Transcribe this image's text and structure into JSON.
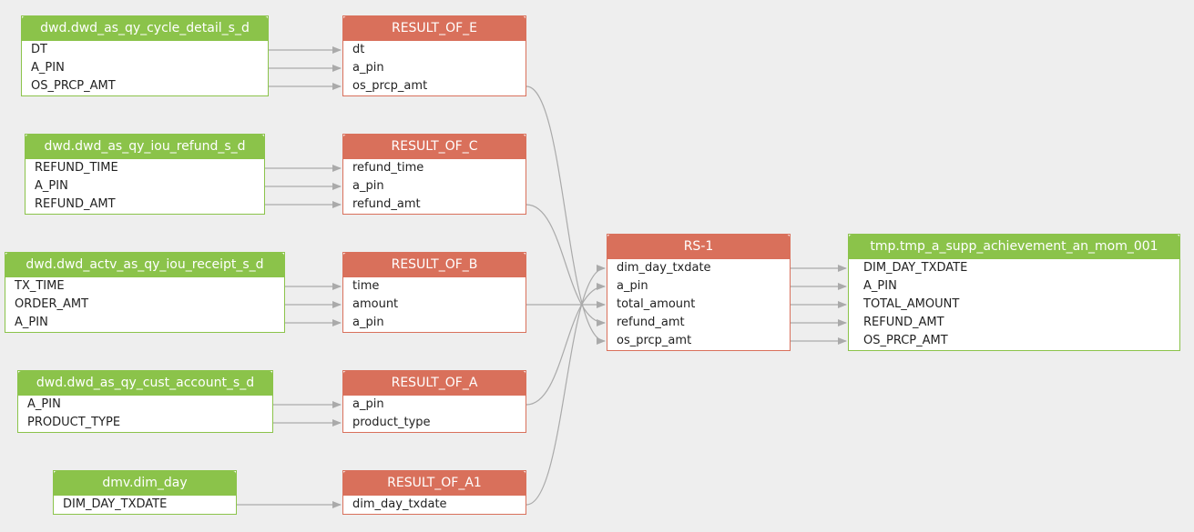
{
  "nodes": {
    "cycle_detail": {
      "title": "dwd.dwd_as_qy_cycle_detail_s_d",
      "fields": [
        "DT",
        "A_PIN",
        "OS_PRCP_AMT"
      ]
    },
    "iou_refund": {
      "title": "dwd.dwd_as_qy_iou_refund_s_d",
      "fields": [
        "REFUND_TIME",
        "A_PIN",
        "REFUND_AMT"
      ]
    },
    "iou_receipt": {
      "title": "dwd.dwd_actv_as_qy_iou_receipt_s_d",
      "fields": [
        "TX_TIME",
        "ORDER_AMT",
        "A_PIN"
      ]
    },
    "cust_account": {
      "title": "dwd.dwd_as_qy_cust_account_s_d",
      "fields": [
        "A_PIN",
        "PRODUCT_TYPE"
      ]
    },
    "dim_day": {
      "title": "dmv.dim_day",
      "fields": [
        "DIM_DAY_TXDATE"
      ]
    },
    "result_e": {
      "title": "RESULT_OF_E",
      "fields": [
        "dt",
        "a_pin",
        "os_prcp_amt"
      ]
    },
    "result_c": {
      "title": "RESULT_OF_C",
      "fields": [
        "refund_time",
        "a_pin",
        "refund_amt"
      ]
    },
    "result_b": {
      "title": "RESULT_OF_B",
      "fields": [
        "time",
        "amount",
        "a_pin"
      ]
    },
    "result_a": {
      "title": "RESULT_OF_A",
      "fields": [
        "a_pin",
        "product_type"
      ]
    },
    "result_a1": {
      "title": "RESULT_OF_A1",
      "fields": [
        "dim_day_txdate"
      ]
    },
    "rs1": {
      "title": "RS-1",
      "fields": [
        "dim_day_txdate",
        "a_pin",
        "total_amount",
        "refund_amt",
        "os_prcp_amt"
      ]
    },
    "target": {
      "title": "tmp.tmp_a_supp_achievement_an_mom_001",
      "fields": [
        "DIM_DAY_TXDATE",
        "A_PIN",
        "TOTAL_AMOUNT",
        "REFUND_AMT",
        "OS_PRCP_AMT"
      ]
    }
  },
  "colors": {
    "source": "#8bc34a",
    "result": "#d9705b",
    "edge": "#aaaaaa",
    "background": "#eeeeee"
  }
}
